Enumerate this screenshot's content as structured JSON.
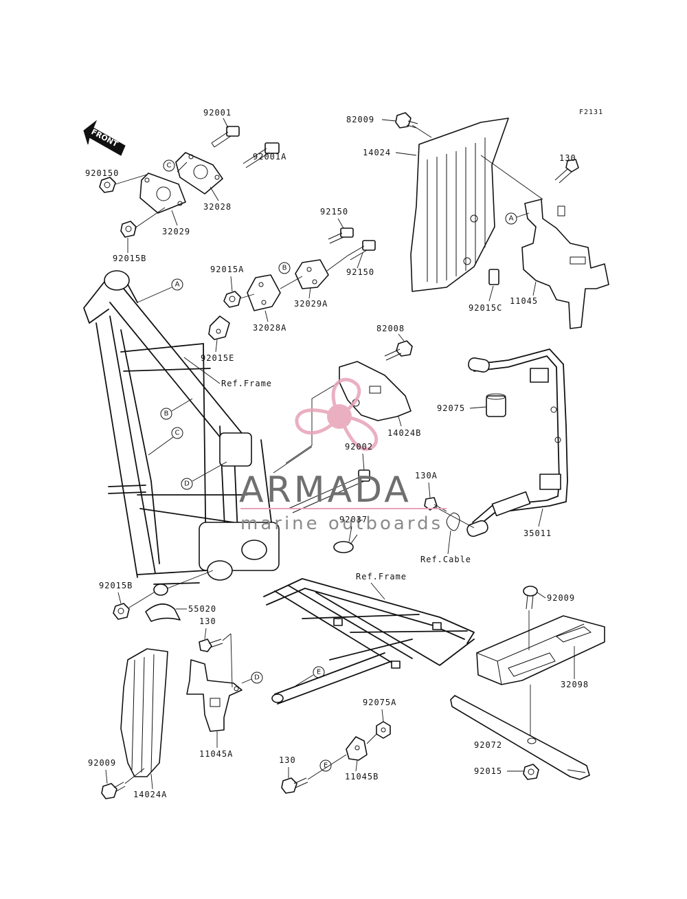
{
  "diagram_code": "F2131",
  "front_label": "FRONT",
  "watermark": {
    "brand": "ARMADA",
    "tagline": "marine outboards",
    "logo_color": "#e7a3b8",
    "text_color": "#6f6f6f"
  },
  "parts": {
    "p92001": "92001",
    "p92001A": "92001A",
    "p920150": "920150",
    "p32028": "32028",
    "p32029": "32029",
    "p92015B_top": "92015B",
    "p92150_top": "92150",
    "p92150_bot": "92150",
    "p92015A": "92015A",
    "p32029A": "32029A",
    "p32028A": "32028A",
    "p92015E": "92015E",
    "p82009": "82009",
    "p14024": "14024",
    "p130_top": "130",
    "p92015C": "92015C",
    "p11045": "11045",
    "p82008": "82008",
    "p14024B": "14024B",
    "p92075": "92075",
    "p92002": "92002",
    "p130A": "130A",
    "p92037": "92037",
    "p35011": "35011",
    "p92015B_bot": "92015B",
    "p55020": "55020",
    "p130_mid": "130",
    "p11045A": "11045A",
    "p92009_right": "92009",
    "p32098": "32098",
    "p92075A": "92075A",
    "p92072": "92072",
    "p92015": "92015",
    "p92009_left": "92009",
    "p14024A": "14024A",
    "p130_bot": "130",
    "p11045B": "11045B"
  },
  "refs": {
    "frame_top": "Ref.Frame",
    "frame_bot": "Ref.Frame",
    "cable": "Ref.Cable"
  },
  "circles": {
    "A1": "A",
    "A2": "A",
    "B1": "B",
    "B2": "B",
    "C1": "C",
    "C2": "C",
    "D1": "D",
    "D2": "D",
    "E1": "E",
    "E2": "E"
  }
}
